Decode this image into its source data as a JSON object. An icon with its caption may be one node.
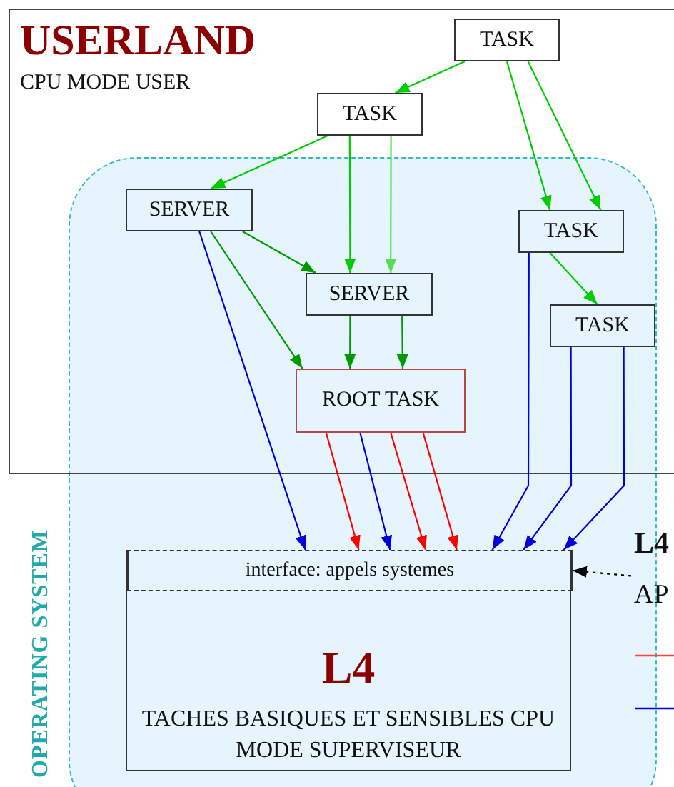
{
  "diagram": {
    "nodes": [
      {
        "text": [
          "USERLAND",
          "CPU MODE USER"
        ]
      },
      {
        "text": [
          "OPERATING SYSTEM"
        ]
      },
      {
        "text": [
          "TASK"
        ],
        "in": 0
      },
      {
        "text": [
          "TASK"
        ],
        "in": 0
      },
      {
        "text": [
          "SERVER"
        ]
      },
      {
        "text": [
          "TASK"
        ]
      },
      {
        "text": [
          "SERVER"
        ]
      },
      {
        "text": [
          "TASK"
        ]
      },
      {
        "text": [
          "ROOT TASK"
        ]
      },
      {
        "text": [
          "L4",
          "TACHES BASIQUES ET SENSIBLES CPU MODE SUPERVISEUR"
        ],
        "in": 1
      },
      {
        "text": [
          "interface: appels systemes"
        ],
        "in": 9
      },
      {
        "text": [
          "L4",
          "AP"
        ]
      }
    ],
    "edges": [
      {
        "from": 2,
        "to": 3,
        "arrow": "to",
        "color": "#00cc00"
      },
      {
        "from": 2,
        "to": 5,
        "arrow": "to",
        "color": "#00cc00"
      },
      {
        "from": 2,
        "to": 5,
        "arrow": "to",
        "color": "#00cc00"
      },
      {
        "from": 3,
        "to": 4,
        "arrow": "to",
        "color": "#00cc00"
      },
      {
        "from": 3,
        "to": 6,
        "arrow": "to",
        "color": "#00cc00"
      },
      {
        "from": 3,
        "to": 6,
        "arrow": "to",
        "color": "#55dd55"
      },
      {
        "from": 4,
        "to": 6,
        "arrow": "to",
        "color": "#009900"
      },
      {
        "from": 4,
        "to": 8,
        "arrow": "to",
        "color": "#009900"
      },
      {
        "from": 6,
        "to": 8,
        "arrow": "to",
        "color": "#009900"
      },
      {
        "from": 6,
        "to": 8,
        "arrow": "to",
        "color": "#009900"
      },
      {
        "from": 5,
        "to": 7,
        "arrow": "to",
        "color": "#00cc00"
      },
      {
        "from": 4,
        "to": 10,
        "arrow": "to",
        "color": "#0000dd"
      },
      {
        "from": 8,
        "to": 10,
        "arrow": "to",
        "color": "#ff0000"
      },
      {
        "from": 8,
        "to": 10,
        "arrow": "to",
        "color": "#0000dd"
      },
      {
        "from": 8,
        "to": 10,
        "arrow": "to",
        "color": "#ff0000"
      },
      {
        "from": 8,
        "to": 10,
        "arrow": "to",
        "color": "#ff0000"
      },
      {
        "from": 5,
        "to": 10,
        "arrow": "to",
        "color": "#0000dd"
      },
      {
        "from": 7,
        "to": 10,
        "arrow": "to",
        "color": "#0000dd"
      },
      {
        "from": 7,
        "to": 10,
        "arrow": "to",
        "color": "#0000dd"
      },
      {
        "from": 11,
        "to": 10,
        "arrow": "to",
        "style": "dashed",
        "color": "#000000"
      }
    ]
  }
}
